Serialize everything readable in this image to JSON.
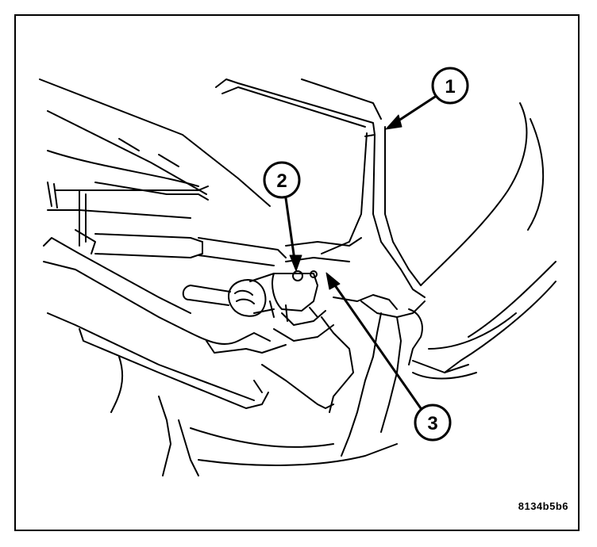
{
  "figure": {
    "code": "8134b5b6",
    "callouts": [
      {
        "id": "callout-1",
        "label": "1"
      },
      {
        "id": "callout-2",
        "label": "2"
      },
      {
        "id": "callout-3",
        "label": "3"
      }
    ]
  },
  "colors": {
    "line": "#000000",
    "background": "#ffffff"
  }
}
